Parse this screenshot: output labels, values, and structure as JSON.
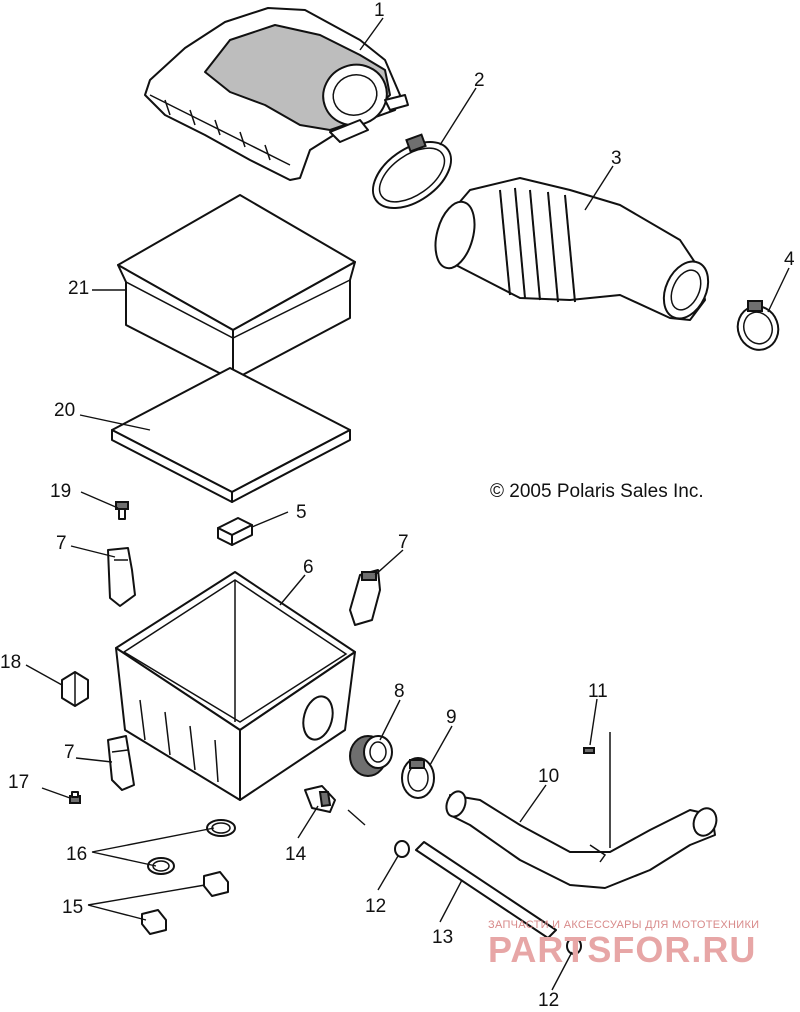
{
  "copyright": "© 2005 Polaris Sales Inc.",
  "watermark": {
    "tagline": "ЗАПЧАСТИ И АКСЕССУАРЫ ДЛЯ МОТОТЕХНИКИ",
    "logo_text": "PARTSFOR.RU"
  },
  "callouts": {
    "c1": "1",
    "c2": "2",
    "c3": "3",
    "c4": "4",
    "c5": "5",
    "c6": "6",
    "c7a": "7",
    "c7b": "7",
    "c7c": "7",
    "c8": "8",
    "c9": "9",
    "c10": "10",
    "c11": "11",
    "c12a": "12",
    "c12b": "12",
    "c13": "13",
    "c14": "14",
    "c15": "15",
    "c16": "16",
    "c17": "17",
    "c18": "18",
    "c19": "19",
    "c20": "20",
    "c21": "21"
  },
  "colors": {
    "line": "#111111",
    "shade": "#bdbdbd",
    "watermark": "#e7a6a6"
  }
}
